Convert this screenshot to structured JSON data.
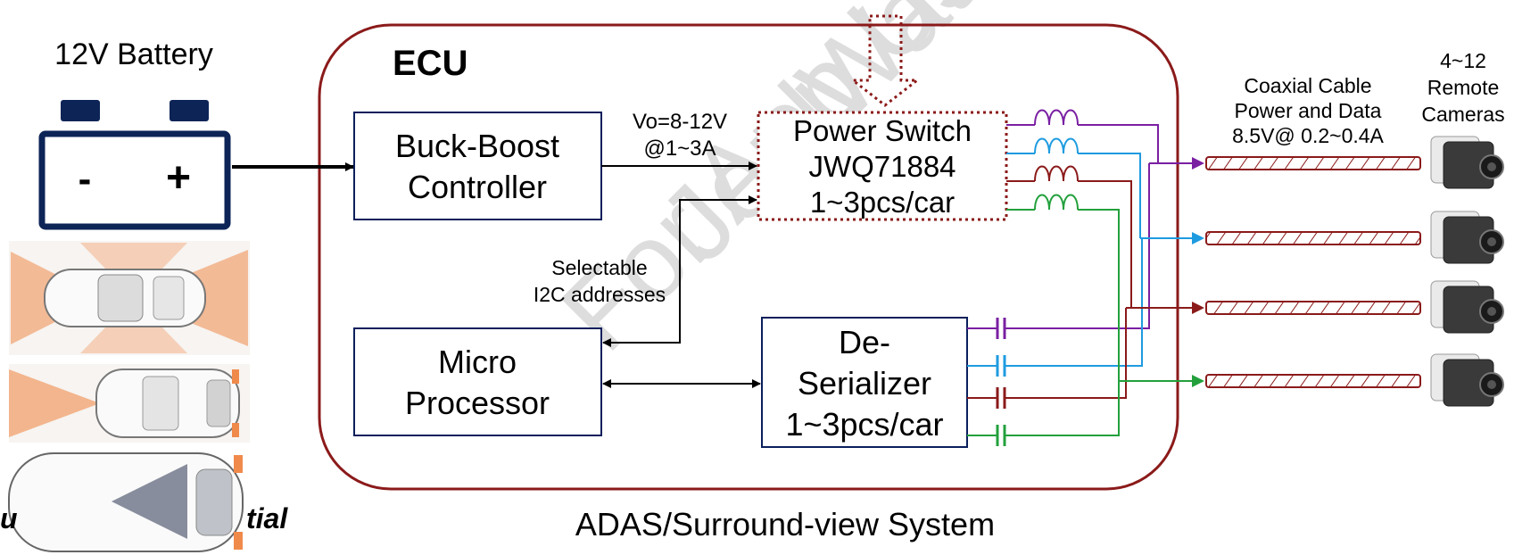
{
  "battery": {
    "label": "12V Battery",
    "minus": "-",
    "plus": "+"
  },
  "ecu": {
    "label": "ECU"
  },
  "blocks": {
    "buck_boost": [
      "Buck-Boost",
      "Controller"
    ],
    "power_switch": [
      "Power Switch",
      "JWQ71884",
      "1~3pcs/car"
    ],
    "micro": [
      "Micro",
      "Processor"
    ],
    "deserializer": [
      "De-",
      "Serializer",
      "1~3pcs/car"
    ]
  },
  "annotations": {
    "vout": [
      "Vo=8-12V",
      "@1~3A"
    ],
    "i2c": [
      "Selectable",
      "I2C addresses"
    ],
    "coax": [
      "Coaxial Cable",
      "Power and Data",
      "8.5V@ 0.2~0.4A"
    ],
    "cameras": [
      "4~12",
      "Remote",
      "Cameras"
    ]
  },
  "caption": "ADAS/Surround-view System",
  "watermark": [
    "JoulWatt Co",
    "For App Use"
  ],
  "footer_fragments": {
    "left": "u",
    "right": "tial"
  },
  "colors": {
    "ecu_border": "#8b1a1a",
    "box_border": "#0a1f5c",
    "battery": "#0d2457",
    "purple": "#7a1fa2",
    "blue": "#1e9be0",
    "darkred": "#8b1a1a",
    "green": "#23a03c",
    "orange": "#f08a4b"
  }
}
